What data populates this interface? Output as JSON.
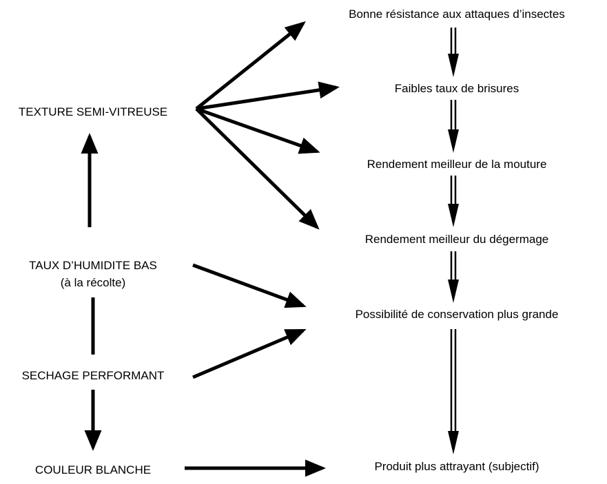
{
  "left_nodes": {
    "texture": "TEXTURE SEMI-VITREUSE",
    "humidity": "TAUX D’HUMIDITE BAS",
    "humidity_note": "(à la récolte)",
    "drying": "SECHAGE PERFORMANT",
    "color": "COULEUR BLANCHE"
  },
  "right_nodes": {
    "insects": "Bonne résistance aux attaques d’insectes",
    "breakage": "Faibles taux de brisures",
    "milling": "Rendement meilleur de la mouture",
    "degerming": "Rendement meilleur du dégermage",
    "storage": "Possibilité de conservation plus grande",
    "attractive": "Produit plus attrayant (subjectif)"
  },
  "colors": {
    "ink": "#000000",
    "background": "#ffffff"
  }
}
